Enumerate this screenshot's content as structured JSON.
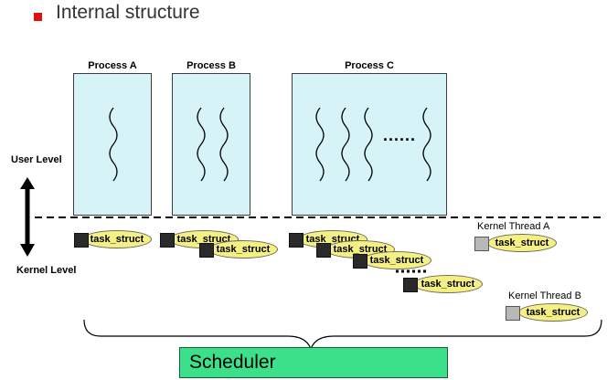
{
  "header": {
    "title": "Internal structure"
  },
  "processes": [
    {
      "label": "Process A"
    },
    {
      "label": "Process B"
    },
    {
      "label": "Process C"
    }
  ],
  "levels": {
    "user": "User Level",
    "kernel": "Kernel Level"
  },
  "task_label": "task_struct",
  "kernel_threads": [
    {
      "label": "Kernel Thread A"
    },
    {
      "label": "Kernel Thread B"
    }
  ],
  "process_c_ellipsis": "......",
  "scheduler": {
    "label": "Scheduler"
  }
}
